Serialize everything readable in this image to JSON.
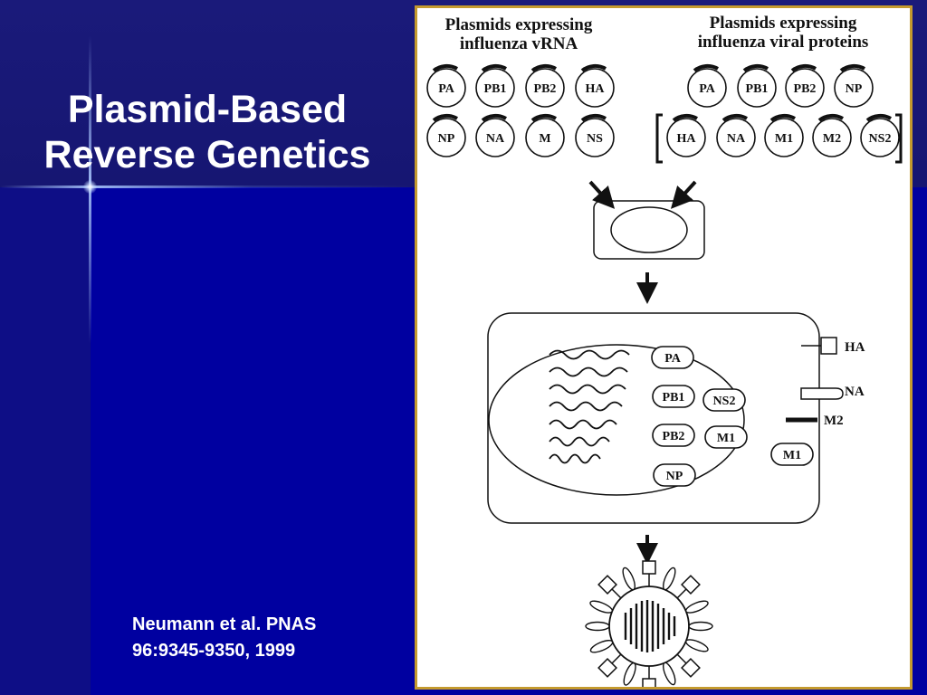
{
  "slide": {
    "title_line1": "Plasmid-Based",
    "title_line2": "Reverse Genetics",
    "citation_line1": "Neumann et al. PNAS",
    "citation_line2": "96:9345-9350, 1999"
  },
  "figure": {
    "vrna_header_line1": "Plasmids expressing",
    "vrna_header_line2": "influenza vRNA",
    "protein_header_line1": "Plasmids expressing",
    "protein_header_line2": "influenza viral proteins",
    "vrna_plasmids": [
      "PA",
      "PB1",
      "PB2",
      "HA",
      "NP",
      "NA",
      "M",
      "NS"
    ],
    "protein_plasmids_row1": [
      "PA",
      "PB1",
      "PB2",
      "NP"
    ],
    "protein_plasmids_row2": [
      "HA",
      "NA",
      "M1",
      "M2",
      "NS2"
    ],
    "nucleus_proteins": [
      "PA",
      "PB1",
      "NS2",
      "PB2",
      "M1",
      "NP"
    ],
    "cytoplasm_protein": "M1",
    "membrane_labels": [
      "HA",
      "NA",
      "M2"
    ]
  },
  "colors": {
    "background": "#0000a0",
    "title_text": "#ffffff",
    "figure_border": "#c49a2e"
  }
}
